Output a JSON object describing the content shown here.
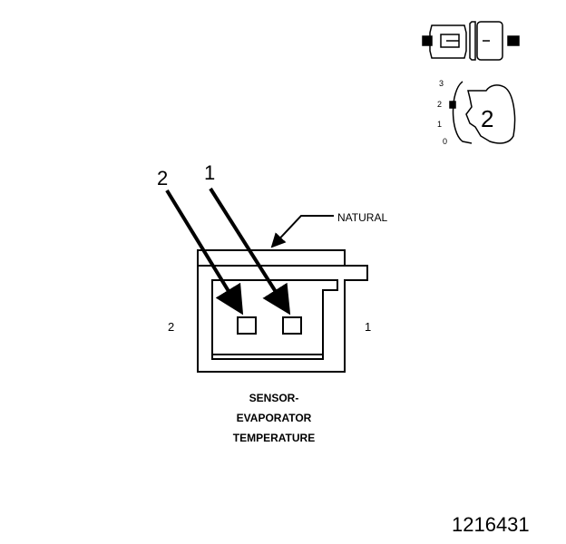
{
  "connector_view": {
    "callout_1": "1",
    "callout_2": "2",
    "pin_label_left": "2",
    "pin_label_right": "1",
    "housing_color_label": "NATURAL",
    "component_lines": [
      "SENSOR-",
      "EVAPORATOR",
      "TEMPERATURE"
    ]
  },
  "position_indicator": {
    "scale": [
      "3",
      "2",
      "1",
      "0"
    ],
    "selected_position": "2"
  },
  "figure_id": "1216431"
}
